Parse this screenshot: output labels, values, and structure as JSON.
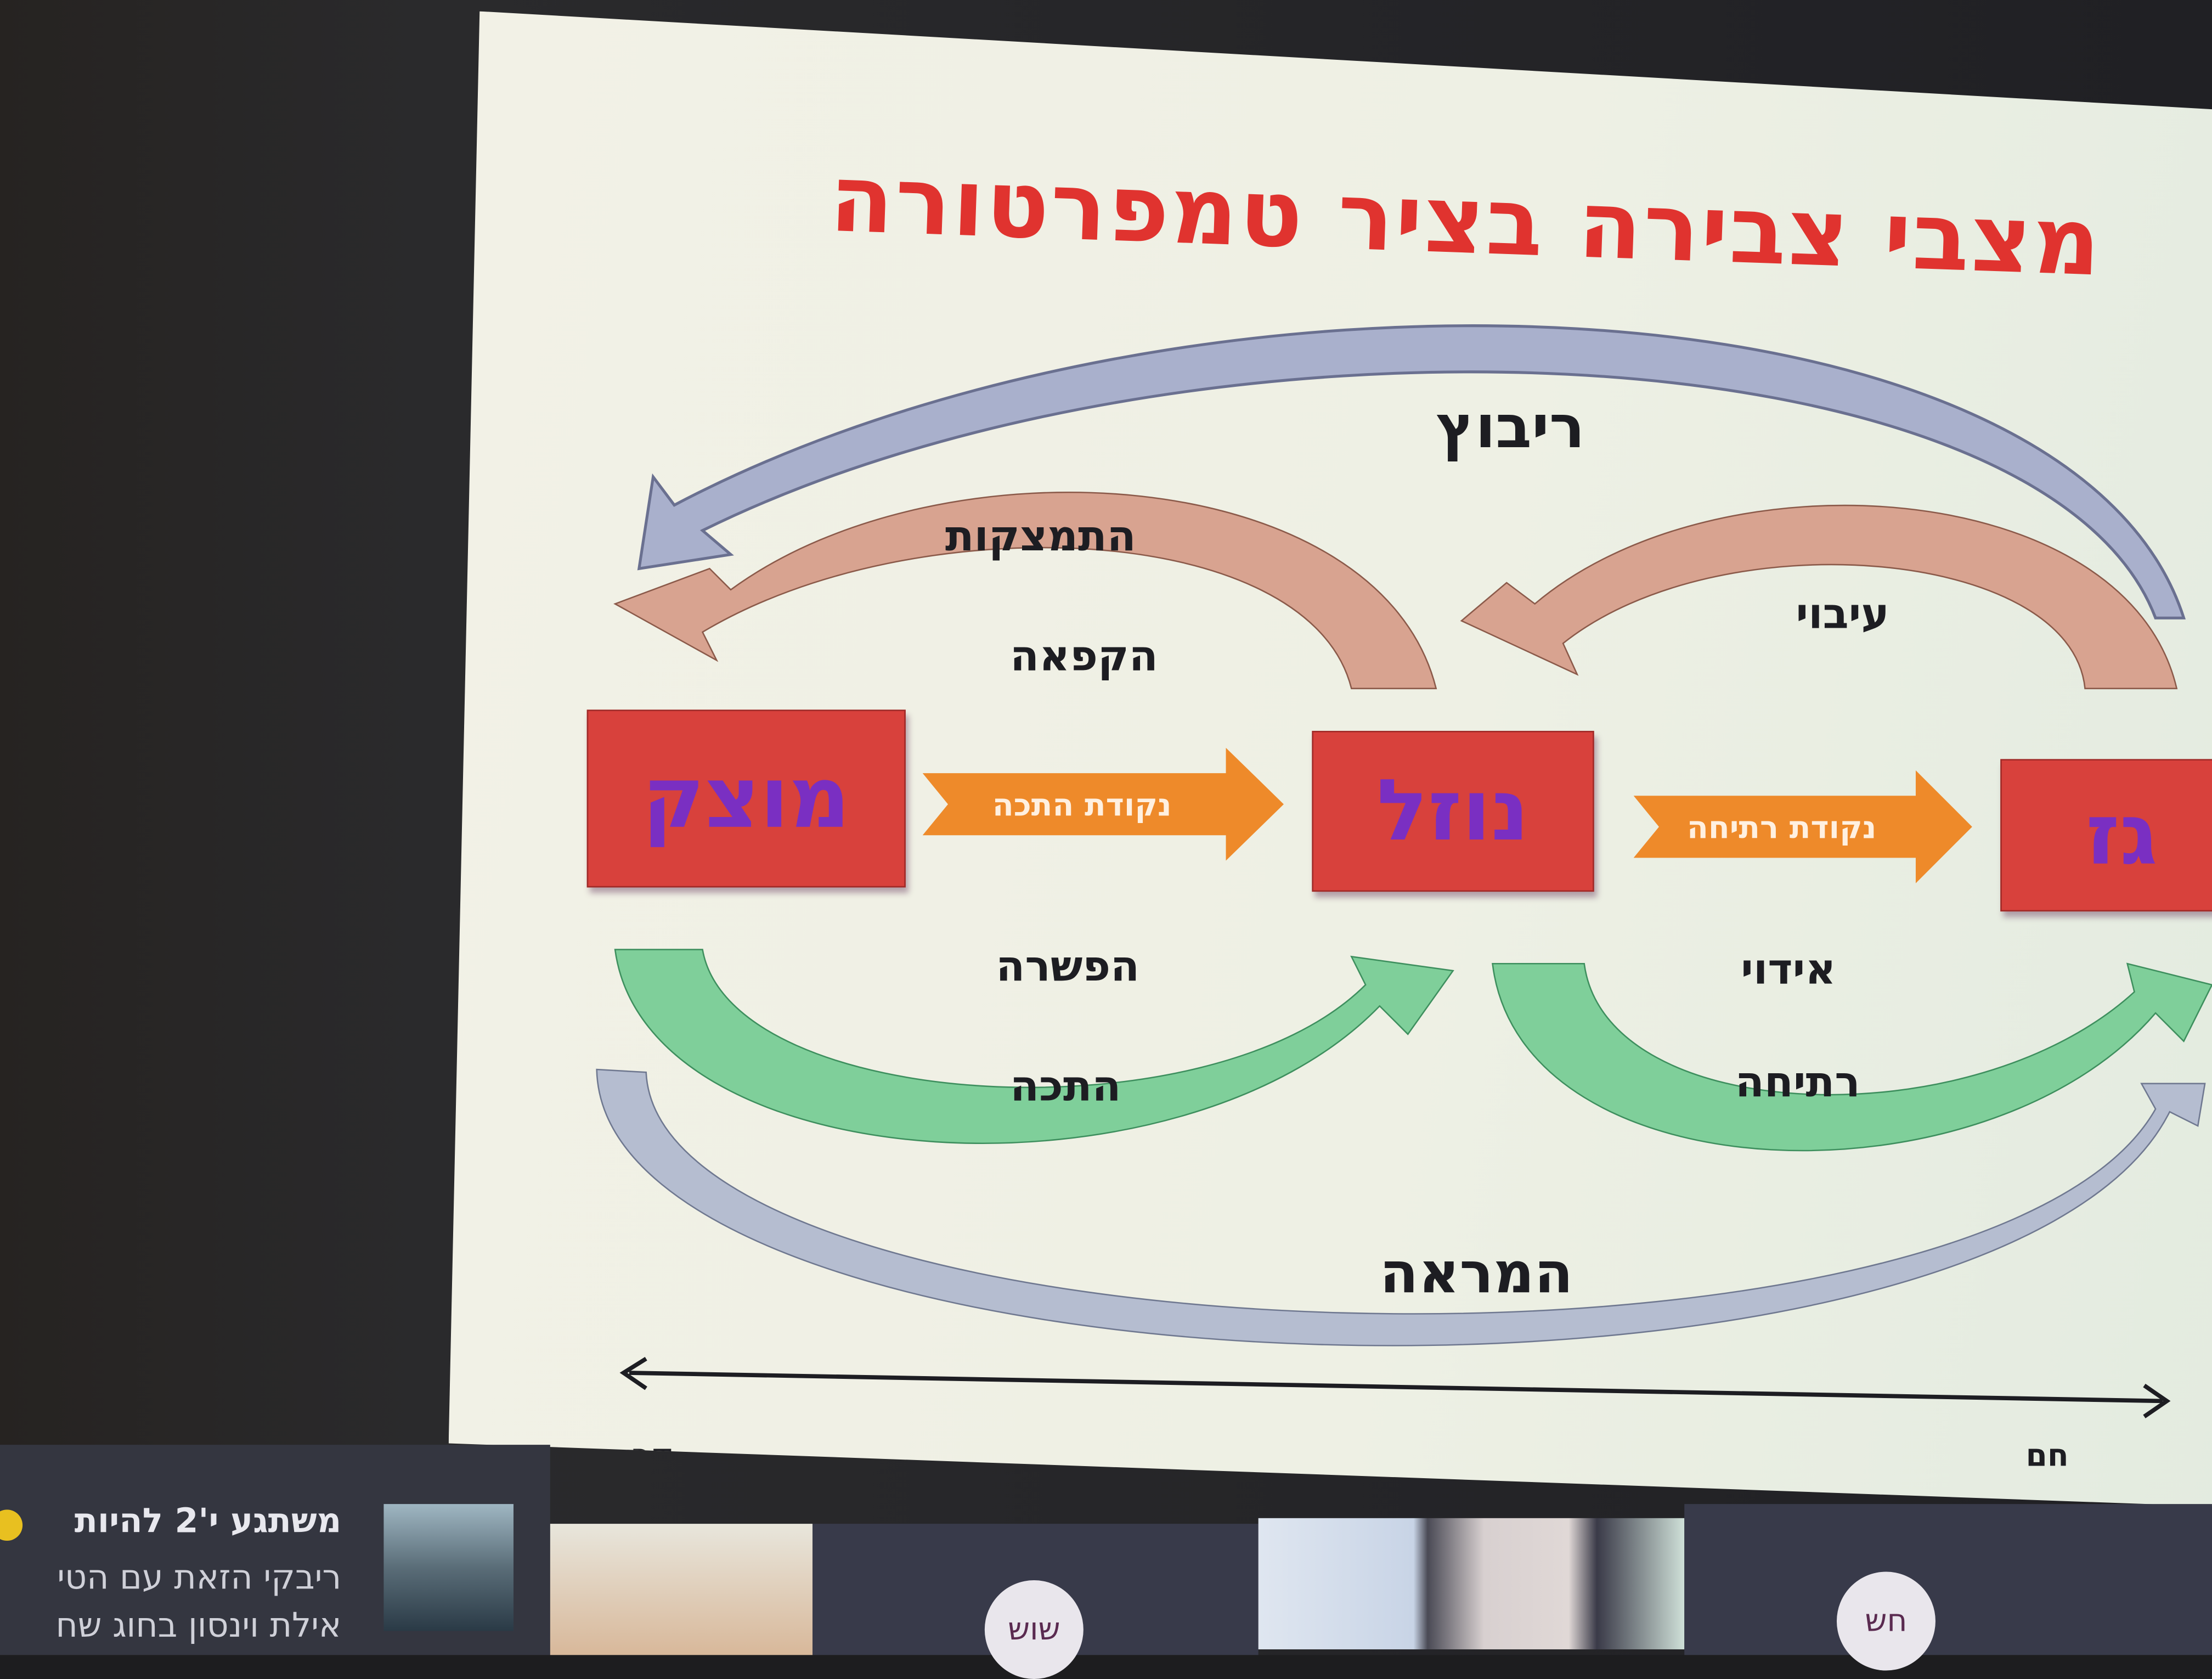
{
  "slide": {
    "title": "מצבי צבירה בציר טמפרטורה",
    "states": {
      "solid": "מוצק",
      "liquid": "נוזל",
      "gas": "גז"
    },
    "transition_arrows": {
      "melting_point": "נקודת התכה",
      "boiling_point": "נקודת רתיחה"
    },
    "labels": {
      "deposition": "ריבוץ",
      "solidification": "התמצקות",
      "freezing": "הקפאה",
      "condensation": "עיבוי",
      "thawing": "הפשרה",
      "melting": "התכה",
      "evaporation": "אידוי",
      "boiling": "רתיחה",
      "sublimation": "המראה"
    },
    "axis": {
      "cold": "קר",
      "hot": "חם"
    },
    "colors": {
      "title": "#e0332f",
      "box": "#d8413c",
      "box_text": "#7a2fc2",
      "arrow": "#ee8a2a"
    }
  },
  "chat": {
    "sender": "משתגע י'2 להיות",
    "messages": [
      "ריבקי הזאת עם הטי",
      "אילת וינסון בחוג שח"
    ]
  },
  "participants": [
    {
      "initials": "שוש"
    },
    {
      "initials": "חש"
    }
  ]
}
